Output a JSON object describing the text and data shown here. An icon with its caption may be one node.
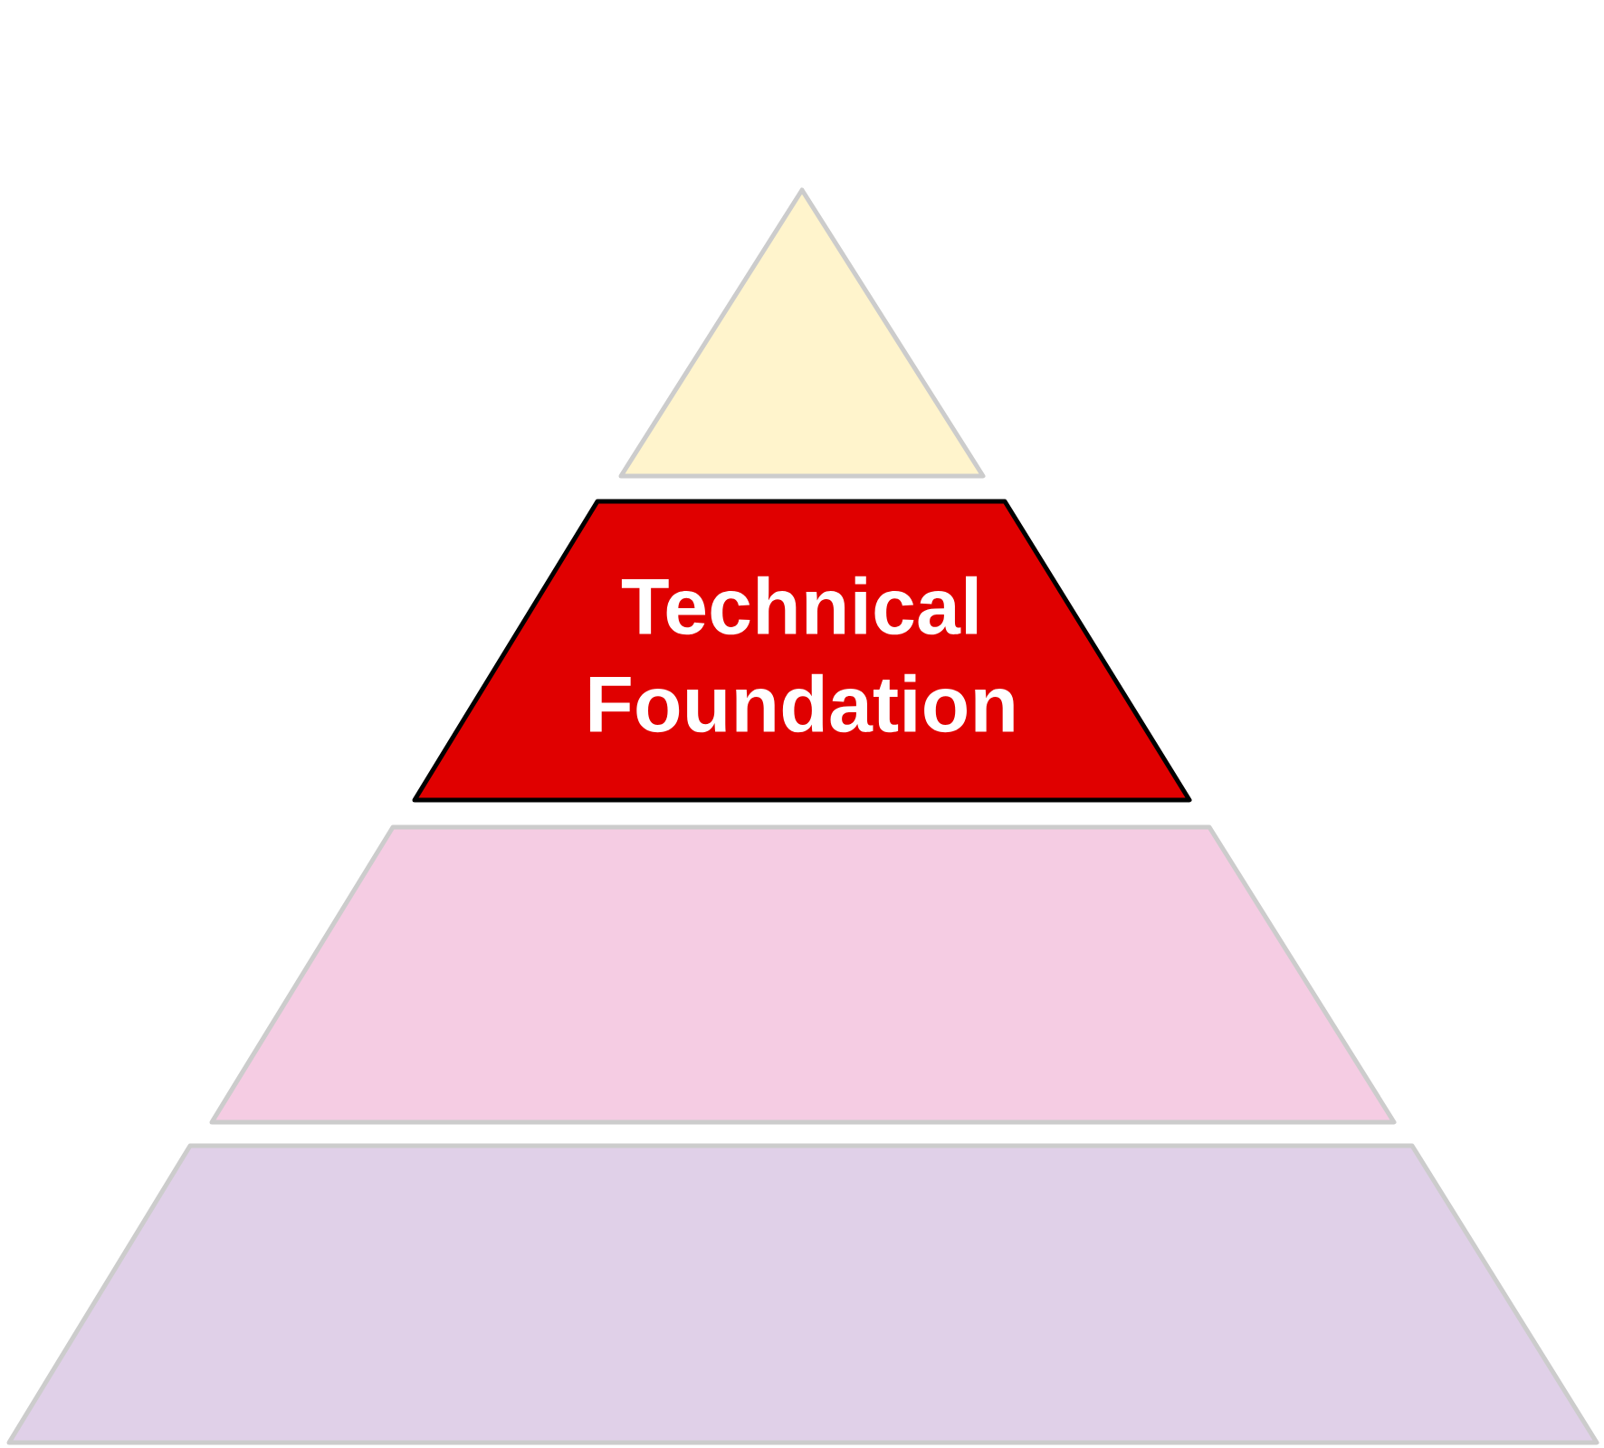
{
  "diagram": {
    "nodes": [
      {
        "text": [],
        "shape": "triangle"
      },
      {
        "text": [
          "Technical Foundation"
        ]
      },
      {
        "text": [],
        "shape": "trapezoid"
      },
      {
        "text": [],
        "shape": "trapezoid"
      }
    ]
  }
}
